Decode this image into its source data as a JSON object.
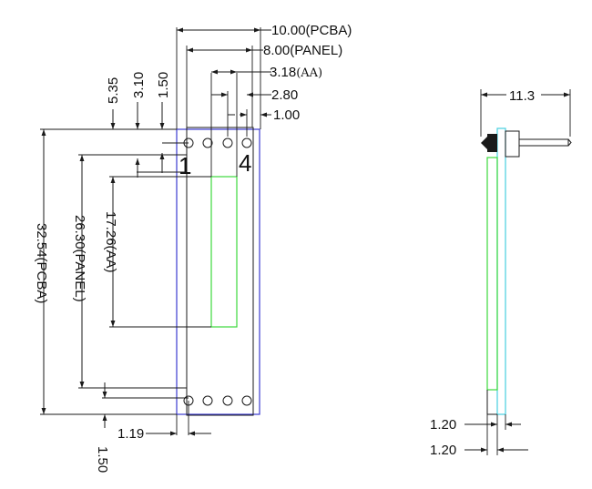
{
  "colors": {
    "line": "#1a1a1a",
    "pcba_outline": "#3b3bd0",
    "active_area": "#3cd83c",
    "panel_glass": "#45cfe0",
    "background": "#ffffff"
  },
  "front_view": {
    "top_dims": {
      "pcba_width": "10.00(PCBA)",
      "panel_width": "8.00(PANEL)",
      "aa_width_num": "3.18",
      "aa_width_unit": "(AA)",
      "pin_offset": "2.80",
      "pin_pitch": "1.00"
    },
    "left_dims": {
      "pcba_height": "32.54(PCBA)",
      "panel_height": "26.30(PANEL)",
      "aa_height": "17.26(AA)",
      "offset_535": "5.35",
      "offset_310": "3.10",
      "offset_150": "1.50"
    },
    "bottom_dims": {
      "hole_offset_x": "1.19",
      "hole_offset_y": "1.50"
    },
    "pin_labels": {
      "first": "1",
      "last": "4"
    }
  },
  "side_view": {
    "total_thickness": "11.3",
    "glass_thickness": "1.20",
    "pcb_thickness": "1.20"
  }
}
